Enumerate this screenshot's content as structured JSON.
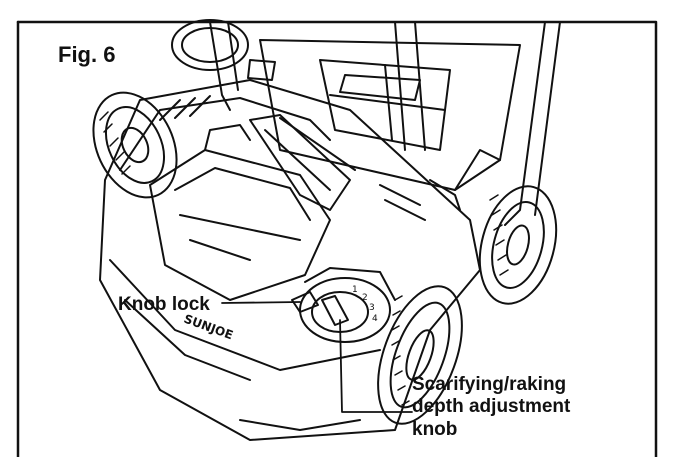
{
  "figure": {
    "title": "Fig. 6",
    "brand_text": "SUNJOE",
    "knob_marks": [
      "1",
      "2",
      "3",
      "4"
    ]
  },
  "callouts": {
    "knob_lock": "Knob lock",
    "depth_knob": [
      "Scarifying/raking",
      "depth adjustment",
      "knob"
    ]
  },
  "colors": {
    "line": "#111111",
    "background": "#ffffff"
  }
}
